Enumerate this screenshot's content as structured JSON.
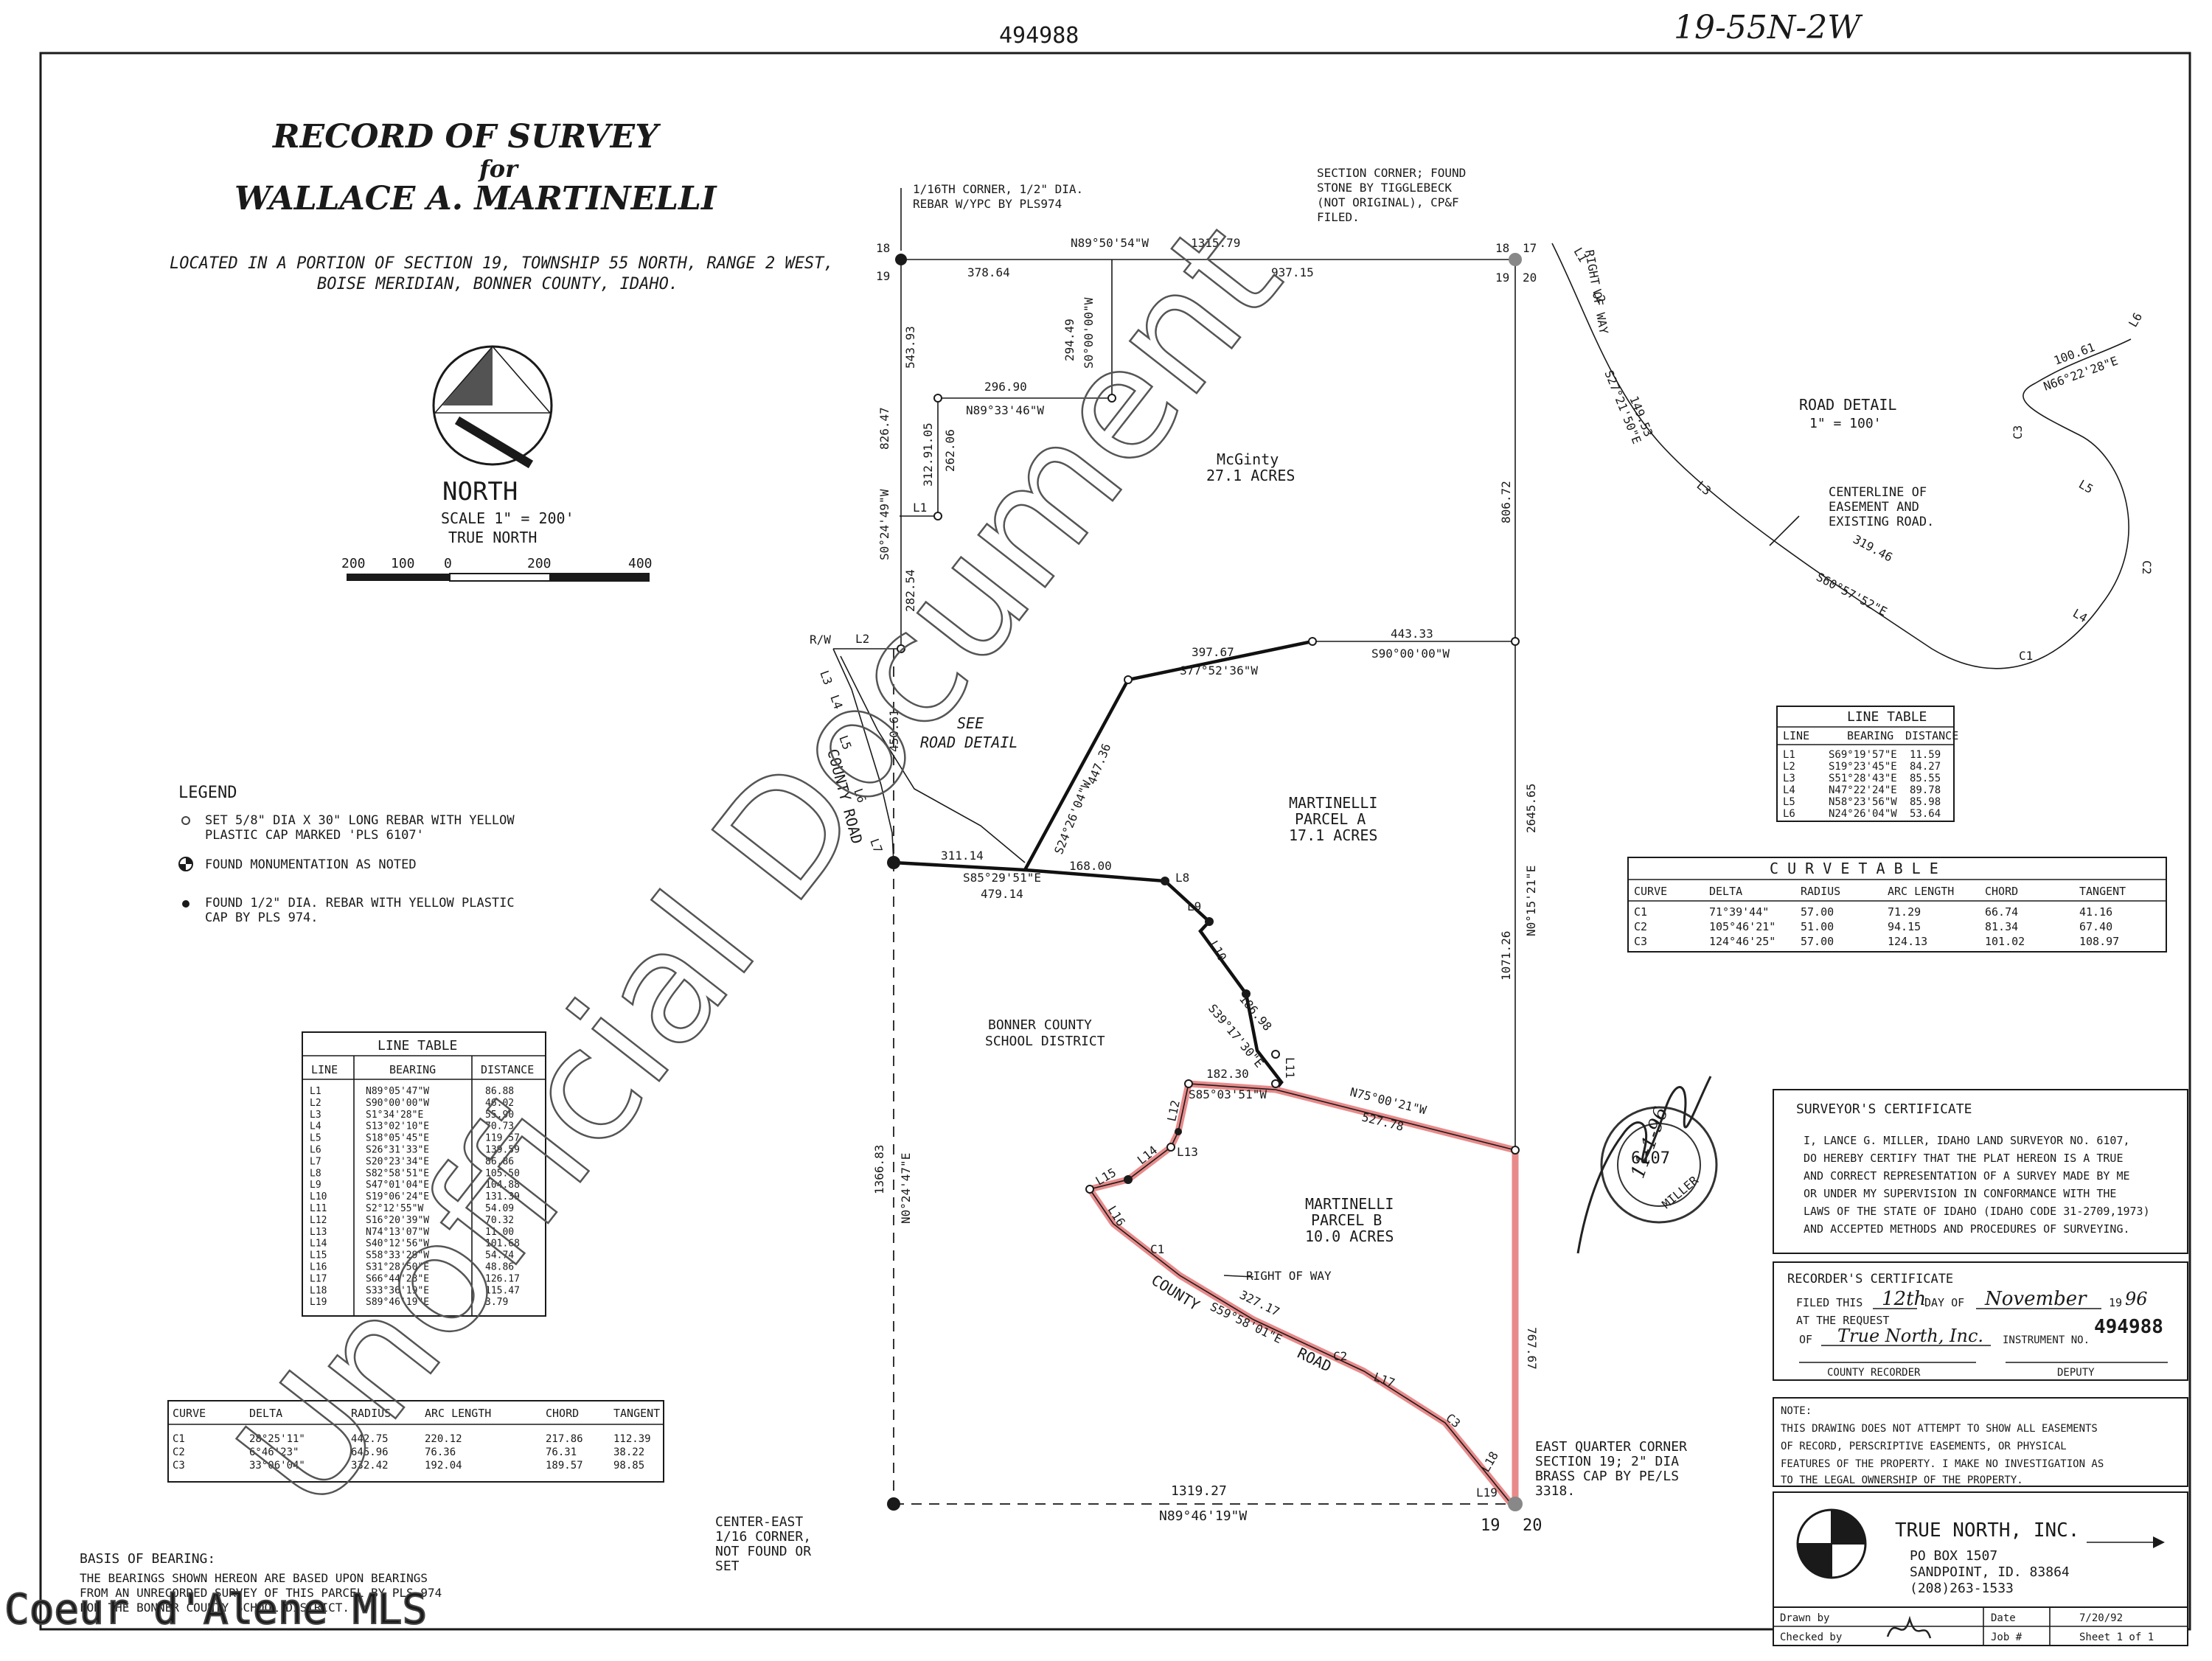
{
  "header": {
    "doc_number_top": "494988",
    "section_ref": "19-55N-2W"
  },
  "title": {
    "line1": "RECORD OF SURVEY",
    "line2": "for",
    "line3": "WALLACE A. MARTINELLI",
    "location1": "LOCATED IN A PORTION OF SECTION 19, TOWNSHIP 55 NORTH, RANGE 2 WEST,",
    "location2": "BOISE MERIDIAN, BONNER COUNTY, IDAHO."
  },
  "north": {
    "label": "NORTH",
    "scale": "SCALE 1\" = 200'",
    "true_north": "TRUE NORTH",
    "ticks": [
      "200",
      "100",
      "0",
      "200",
      "400"
    ]
  },
  "legend": {
    "title": "LEGEND",
    "items": [
      {
        "icon": "open-circle-icon",
        "text1": "SET 5/8\" DIA X 30\" LONG REBAR WITH YELLOW",
        "text2": "PLASTIC CAP MARKED 'PLS 6107'"
      },
      {
        "icon": "monument-icon",
        "text1": "FOUND MONUMENTATION AS NOTED",
        "text2": ""
      },
      {
        "icon": "filled-dot-icon",
        "text1": "FOUND 1/2\" DIA. REBAR WITH YELLOW PLASTIC",
        "text2": "CAP BY PLS 974."
      }
    ]
  },
  "plat_labels": {
    "corner_1_16": [
      "1/16TH CORNER, 1/2\" DIA.",
      "REBAR W/YPC BY PLS974"
    ],
    "section_corner": [
      "SECTION CORNER; FOUND",
      "STONE BY TIGGLEBECK",
      "(NOT ORIGINAL), CP&F",
      "FILED."
    ],
    "north_line_bearing": "N89°50'54\"W",
    "north_line_total": "1315.79",
    "north_seg_west": "378.64",
    "north_seg_east": "937.15",
    "sec_nums_nw": [
      "18",
      "19"
    ],
    "sec_nums_ne": [
      "18",
      "17",
      "19",
      "20"
    ],
    "sec_nums_se": [
      "19",
      "20"
    ],
    "d543": "543.93",
    "d826": "826.47",
    "b_s024": "S0°24'49\"W",
    "d294": "294.49",
    "b_s000": "S0°00'00\"W",
    "d296": "296.90",
    "b_n8933": "N89°33'46\"W",
    "d312": "312.91.05",
    "d262": "262.06",
    "L1": "L1",
    "L2": "L2",
    "L3": "L3",
    "L4": "L4",
    "L5": "L5",
    "L6": "L6",
    "L7": "L7",
    "L8": "L8",
    "L9": "L9",
    "L10": "L10",
    "L11": "L11",
    "L12": "L12",
    "L13": "L13",
    "L14": "L14",
    "L15": "L15",
    "L16": "L16",
    "L17": "L17",
    "L18": "L18",
    "L19": "L19",
    "C1": "C1",
    "C2": "C2",
    "C3": "C3",
    "d282": "282.54",
    "rw": "R/W",
    "d450": "450.61",
    "county_road": "COUNTY ROAD",
    "see_road_detail": [
      "SEE",
      "ROAD DETAIL"
    ],
    "mcginty": [
      "McGinty",
      "27.1 ACRES"
    ],
    "d806": "806.72",
    "d397": "397.67",
    "b_s7752": "S77°52'36\"W",
    "d443": "443.33",
    "b_s9000": "S90°00'00\"W",
    "d447": "447.36",
    "b_s2426": "S24°26'04\"W",
    "parcel_a": [
      "MARTINELLI",
      "PARCEL A",
      "17.1 ACRES"
    ],
    "d2645": "2645.65",
    "b_n0015": "N0°15'21\"E",
    "d311": "311.14",
    "b_s8529": "S85°29'51\"E",
    "d479": "479.14",
    "d168": "168.00",
    "d186": "186.98",
    "b_s3917": "S39°17'30\"E",
    "school": [
      "BONNER COUNTY",
      "SCHOOL DISTRICT"
    ],
    "d1071": "1071.26",
    "d182": "182.30",
    "b_s8503": "S85°03'51\"W",
    "b_n7500": "N75°00'21\"W",
    "d527": "527.78",
    "parcel_b": [
      "MARTINELLI",
      "PARCEL B",
      "10.0 ACRES"
    ],
    "right_of_way": "RIGHT OF WAY",
    "county_road_2": "COUNTY",
    "b_s5958": "S59°58'01\"E",
    "road_word": "ROAD",
    "d327": "327.17",
    "d767": "767.67",
    "d1366": "1366.83",
    "b_n024": "N0°24'47\"E",
    "east_quarter": [
      "EAST QUARTER CORNER",
      "SECTION 19; 2\" DIA",
      "BRASS CAP BY PE/LS",
      "3318."
    ],
    "center_east": [
      "CENTER-EAST",
      "1/16 CORNER,",
      "NOT FOUND OR",
      "SET"
    ],
    "d1319": "1319.27",
    "b_n8946": "N89°46'19\"W",
    "right_of_way_rd": "RIGHT OF WAY"
  },
  "road_detail": {
    "title": "ROAD DETAIL",
    "scale": "1\" = 100'",
    "b_s2721": "S27°21'50\"E",
    "d149": "149.53",
    "d100": "100.61",
    "b_n6622": "N66°22'28\"E",
    "centerline": [
      "CENTERLINE OF",
      "EASEMENT AND",
      "EXISTING ROAD."
    ],
    "d319": "319.46",
    "b_s6057": "S60°57'52\"E"
  },
  "line_table_small": {
    "title": "LINE TABLE",
    "headers": [
      "LINE",
      "BEARING",
      "DISTANCE"
    ],
    "rows": [
      [
        "L1",
        "S69°19'57\"E",
        "11.59"
      ],
      [
        "L2",
        "S19°23'45\"E",
        "84.27"
      ],
      [
        "L3",
        "S51°28'43\"E",
        "85.55"
      ],
      [
        "L4",
        "N47°22'24\"E",
        "89.78"
      ],
      [
        "L5",
        "N58°23'56\"W",
        "85.98"
      ],
      [
        "L6",
        "N24°26'04\"W",
        "53.64"
      ]
    ]
  },
  "curve_table_right": {
    "title": "C U R V E     T A B L E",
    "headers": [
      "CURVE",
      "DELTA",
      "RADIUS",
      "ARC LENGTH",
      "CHORD",
      "TANGENT"
    ],
    "rows": [
      [
        "C1",
        "71°39'44\"",
        "57.00",
        "71.29",
        "66.74",
        "41.16"
      ],
      [
        "C2",
        "105°46'21\"",
        "51.00",
        "94.15",
        "81.34",
        "67.40"
      ],
      [
        "C3",
        "124°46'25\"",
        "57.00",
        "124.13",
        "101.02",
        "108.97"
      ]
    ]
  },
  "line_table_left": {
    "title": "LINE TABLE",
    "headers": [
      "LINE",
      "BEARING",
      "DISTANCE"
    ],
    "rows": [
      [
        "L1",
        "N89°05'47\"W",
        "86.88"
      ],
      [
        "L2",
        "S90°00'00\"W",
        "46.02"
      ],
      [
        "L3",
        "S1°34'28\"E",
        "55.90"
      ],
      [
        "L4",
        "S13°02'10\"E",
        "70.73"
      ],
      [
        "L5",
        "S18°05'45\"E",
        "119.57"
      ],
      [
        "L6",
        "S26°31'33\"E",
        "139.59"
      ],
      [
        "L7",
        "S20°23'34\"E",
        "86.86"
      ],
      [
        "L8",
        "S82°58'51\"E",
        "105.50"
      ],
      [
        "L9",
        "S47°01'04\"E",
        "104.88"
      ],
      [
        "L10",
        "S19°06'24\"E",
        "131.39"
      ],
      [
        "L11",
        "S2°12'55\"W",
        "54.09"
      ],
      [
        "L12",
        "S16°20'39\"W",
        "70.32"
      ],
      [
        "L13",
        "N74°13'07\"W",
        "11.00"
      ],
      [
        "L14",
        "S40°12'56\"W",
        "101.68"
      ],
      [
        "L15",
        "S58°33'29\"W",
        "54.74"
      ],
      [
        "L16",
        "S31°28'50\"E",
        "48.86"
      ],
      [
        "L17",
        "S66°44'23\"E",
        "126.17"
      ],
      [
        "L18",
        "S33°36'19\"E",
        "115.47"
      ],
      [
        "L19",
        "S89°46'19\"E",
        "3.79"
      ]
    ]
  },
  "curve_table_left": {
    "headers": [
      "CURVE",
      "DELTA",
      "RADIUS",
      "ARC LENGTH",
      "CHORD",
      "TANGENT"
    ],
    "rows": [
      [
        "C1",
        "28°25'11\"",
        "442.75",
        "220.12",
        "217.86",
        "112.39"
      ],
      [
        "C2",
        "6°46'23\"",
        "645.96",
        "76.36",
        "76.31",
        "38.22"
      ],
      [
        "C3",
        "33°06'04\"",
        "332.42",
        "192.04",
        "189.57",
        "98.85"
      ]
    ]
  },
  "surveyor_cert": {
    "title": "SURVEYOR'S CERTIFICATE",
    "lines": [
      "I, LANCE G. MILLER, IDAHO LAND SURVEYOR NO. 6107,",
      "DO HEREBY CERTIFY THAT THE PLAT HEREON IS A TRUE",
      "AND CORRECT REPRESENTATION OF A SURVEY MADE BY ME",
      "OR UNDER MY SUPERVISION IN CONFORMANCE WITH THE",
      "LAWS OF THE STATE OF IDAHO (IDAHO CODE 31-2709,1973)",
      "AND ACCEPTED METHODS AND PROCEDURES OF SURVEYING."
    ],
    "seal_date": "11-1-96",
    "seal_no": "6107",
    "seal_name": "MILLER"
  },
  "recorder_cert": {
    "title": "RECORDER'S CERTIFICATE",
    "filed_this": "FILED THIS",
    "day_value": "12th",
    "day_of": "DAY OF",
    "month_value": "November",
    "year_prefix": "19",
    "year_value": "96",
    "at_request": "AT THE REQUEST",
    "of": "OF",
    "of_value": "True North, Inc.",
    "instrument_no": "INSTRUMENT NO.",
    "instrument_value": "494988",
    "county_recorder": "COUNTY RECORDER",
    "deputy": "DEPUTY"
  },
  "note": {
    "title": "NOTE:",
    "lines": [
      "THIS DRAWING DOES NOT ATTEMPT TO SHOW ALL EASEMENTS",
      "OF RECORD, PERSCRIPTIVE EASEMENTS, OR PHYSICAL",
      "FEATURES OF THE PROPERTY. I MAKE NO INVESTIGATION AS",
      "TO THE LEGAL OWNERSHIP OF THE PROPERTY."
    ]
  },
  "company": {
    "name": "TRUE NORTH, INC.",
    "addr1": "PO BOX 1507",
    "addr2": "SANDPOINT, ID. 83864",
    "phone": "(208)263-1533"
  },
  "title_block": {
    "drawn_by": "Drawn by",
    "checked_by": "Checked by",
    "date_label": "Date",
    "date_value": "7/20/92",
    "job_label": "Job #",
    "sheet_label": "Sheet 1 of 1"
  },
  "basis": {
    "title": "BASIS OF BEARING:",
    "lines": [
      "THE BEARINGS SHOWN HEREON ARE BASED UPON BEARINGS",
      "FROM AN UNRECORDED SURVEY OF THIS PARCEL BY PLS 974",
      "FOR THE BONNER COUNTY SCHOOL DISTRICT."
    ]
  },
  "watermark": "Unofficial Document",
  "corner_brand": "Coeur d'Alene MLS",
  "colors": {
    "ink": "#1a1a1a",
    "highlight": "#e88a8a",
    "watermark": "#555555"
  }
}
